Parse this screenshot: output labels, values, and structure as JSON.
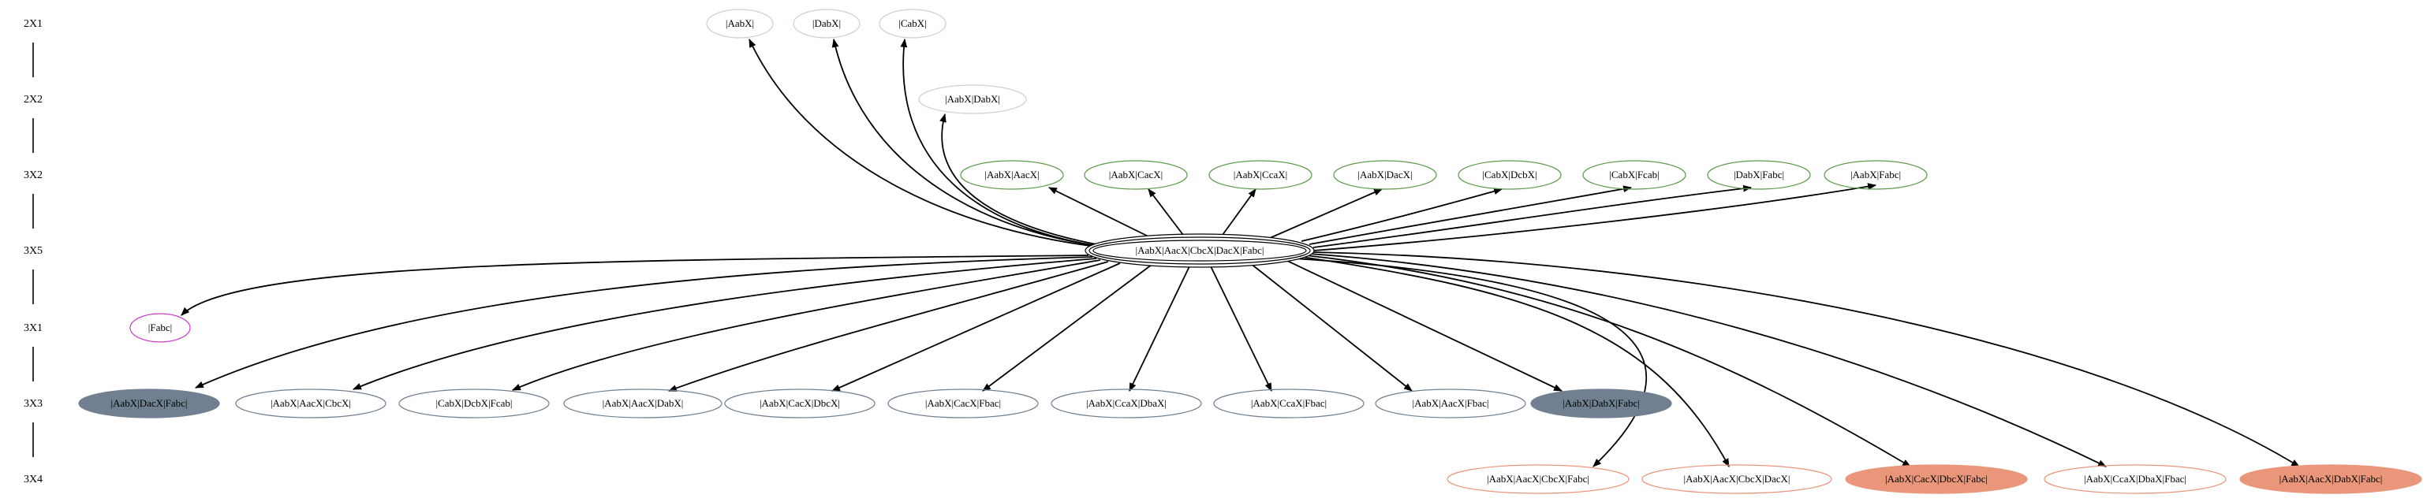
{
  "ranks": [
    "2X1",
    "2X2",
    "3X2",
    "3X5",
    "3X1",
    "3X3",
    "3X4"
  ],
  "center": {
    "label": "|AabX|AacX|CbcX|DacX|Fabc|"
  },
  "nodes": {
    "r2x1_1": {
      "label": "|AabX|",
      "style": "plain"
    },
    "r2x1_2": {
      "label": "|DabX|",
      "style": "plain"
    },
    "r2x1_3": {
      "label": "|CabX|",
      "style": "plain"
    },
    "r2x2_1": {
      "label": "|AabX|DabX|",
      "style": "plain"
    },
    "r3x2_1": {
      "label": "|AabX|AacX|",
      "style": "green"
    },
    "r3x2_2": {
      "label": "|AabX|CacX|",
      "style": "green"
    },
    "r3x2_3": {
      "label": "|AabX|CcaX|",
      "style": "green"
    },
    "r3x2_4": {
      "label": "|AabX|DacX|",
      "style": "green"
    },
    "r3x2_5": {
      "label": "|CabX|DcbX|",
      "style": "green"
    },
    "r3x2_6": {
      "label": "|CabX|Fcab|",
      "style": "green"
    },
    "r3x2_7": {
      "label": "|DabX|Fabc|",
      "style": "green"
    },
    "r3x2_8": {
      "label": "|AabX|Fabc|",
      "style": "green"
    },
    "r3x1_1": {
      "label": "|Fabc|",
      "style": "magenta"
    },
    "r3x3_1": {
      "label": "|AabX|DacX|Fabc|",
      "style": "filled-slate"
    },
    "r3x3_2": {
      "label": "|AabX|AacX|CbcX|",
      "style": "slate"
    },
    "r3x3_3": {
      "label": "|CabX|DcbX|Fcab|",
      "style": "slate"
    },
    "r3x3_4": {
      "label": "|AabX|AacX|DabX|",
      "style": "slate"
    },
    "r3x3_5": {
      "label": "|AabX|CacX|DbcX|",
      "style": "slate"
    },
    "r3x3_6": {
      "label": "|AabX|CacX|Fbac|",
      "style": "slate"
    },
    "r3x3_7": {
      "label": "|AabX|CcaX|DbaX|",
      "style": "slate"
    },
    "r3x3_8": {
      "label": "|AabX|CcaX|Fbac|",
      "style": "slate"
    },
    "r3x3_9": {
      "label": "|AabX|AacX|Fbac|",
      "style": "slate"
    },
    "r3x3_10": {
      "label": "|AabX|DabX|Fabc|",
      "style": "filled-slate"
    },
    "r3x4_1": {
      "label": "|AabX|AacX|CbcX|Fabc|",
      "style": "salmon"
    },
    "r3x4_2": {
      "label": "|AabX|AacX|CbcX|DacX|",
      "style": "salmon"
    },
    "r3x4_3": {
      "label": "|AabX|CacX|DbcX|Fabc|",
      "style": "filled-salmon"
    },
    "r3x4_4": {
      "label": "|AabX|CcaX|DbaX|Fbac|",
      "style": "salmon"
    },
    "r3x4_5": {
      "label": "|AabX|AacX|DabX|Fabc|",
      "style": "filled-salmon"
    }
  },
  "colors": {
    "plain_border": "#c9d1d6",
    "green_border": "#5e9a4c",
    "magenta_border": "#c83cc8",
    "slate_border": "#708090",
    "slate_fill": "#708090",
    "salmon_border": "#e9967a",
    "salmon_fill": "#e9967a",
    "edge": "#000000"
  }
}
